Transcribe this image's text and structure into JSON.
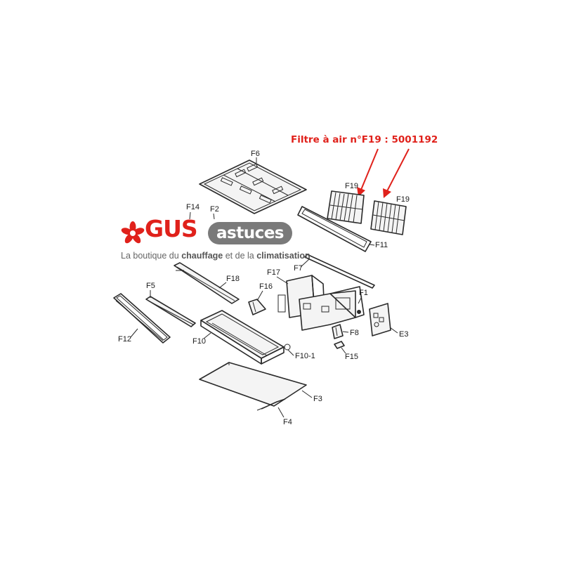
{
  "annotation": {
    "text": "Filtre à air n°F19 : 5001192",
    "color": "#e0211b"
  },
  "logo": {
    "brand": "GUS",
    "pill": "astuces",
    "tagline_pre": "La boutique du ",
    "tagline_bold1": "chauffage",
    "tagline_mid": " et de la ",
    "tagline_bold2": "climatisation",
    "brand_color": "#e0211b",
    "pill_color": "#7a7a7a",
    "icon": "flower-logo-icon"
  },
  "parts": {
    "F6": "F6",
    "F19a": "F19",
    "F19b": "F19",
    "F14": "F14",
    "F2": "F2",
    "F11": "F11",
    "F7": "F7",
    "F17": "F17",
    "F18": "F18",
    "F16": "F16",
    "F1": "F1",
    "F5": "F5",
    "E3": "E3",
    "F8": "F8",
    "F12": "F12",
    "F10": "F10",
    "F10_1": "F10-1",
    "F15": "F15",
    "F3": "F3",
    "F4": "F4"
  }
}
